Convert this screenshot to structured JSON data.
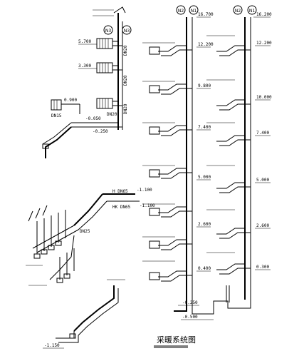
{
  "title": "采暖系统图",
  "upper_left_system": {
    "circle_labels": [
      "N3",
      "N3"
    ],
    "pipe_labels": [
      "DN15",
      "DN20",
      "DN20",
      "DN20",
      "DN20"
    ],
    "elevations": [
      "5.700",
      "3.300",
      "0.900",
      "-0.050",
      "-0.250"
    ]
  },
  "right_system": {
    "top_labels": [
      "N2",
      "N1",
      "N2",
      "N1"
    ],
    "elevations_left": [
      "16.700",
      "12.200",
      "9.800",
      "7.400",
      "5.000",
      "2.600",
      "0.400",
      "-0.250",
      "-0.500"
    ],
    "elevations_right": [
      "16.200",
      "12.200",
      "10.000",
      "7.400",
      "5.000",
      "2.600",
      "0.300"
    ]
  },
  "lower_left_system": {
    "pipe_labels": [
      "H DN65",
      "HK DN65",
      "DN25"
    ],
    "elevations": [
      "-1.100",
      "-1.100",
      "-1.150"
    ]
  }
}
